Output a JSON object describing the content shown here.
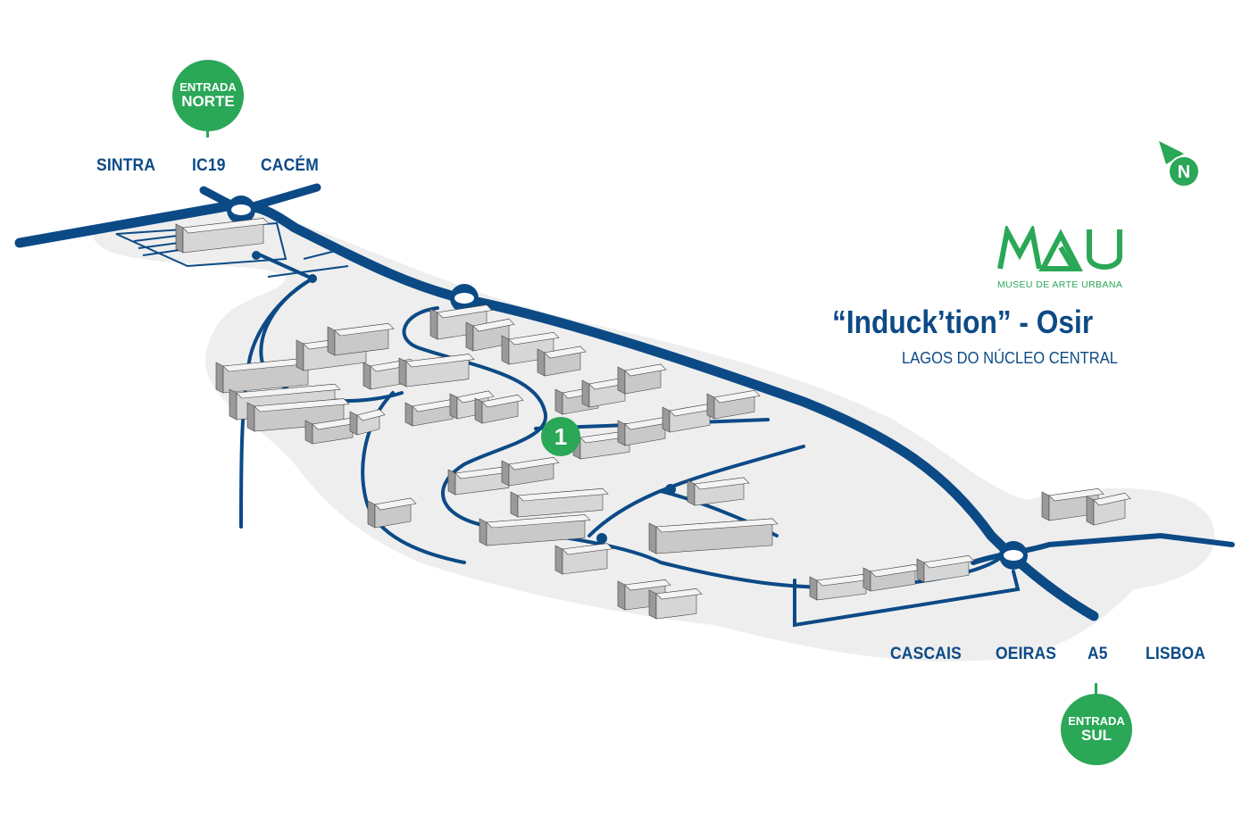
{
  "colors": {
    "road": "#0c4a86",
    "accent": "#2aa757",
    "ground": "#eeeeee",
    "building_light": "#dcdcdc",
    "building_dark": "#9a9a9a"
  },
  "logo": {
    "name": "MAU",
    "subtitle": "MUSEU DE ARTE URBANA"
  },
  "artwork": {
    "title": "“Induck’tion” - Osir",
    "location": "LAGOS DO NÚCLEO CENTRAL"
  },
  "compass": {
    "icon": "north-arrow-icon",
    "label": "N"
  },
  "markers": [
    {
      "label": "1"
    }
  ],
  "entrances": {
    "north": {
      "line1": "ENTRADA",
      "line2": "NORTE"
    },
    "south": {
      "line1": "ENTRADA",
      "line2": "SUL"
    }
  },
  "destinations": {
    "north": [
      "SINTRA",
      "IC19",
      "CACÉM"
    ],
    "south": [
      "CASCAIS",
      "OEIRAS",
      "A5",
      "LISBOA"
    ]
  }
}
